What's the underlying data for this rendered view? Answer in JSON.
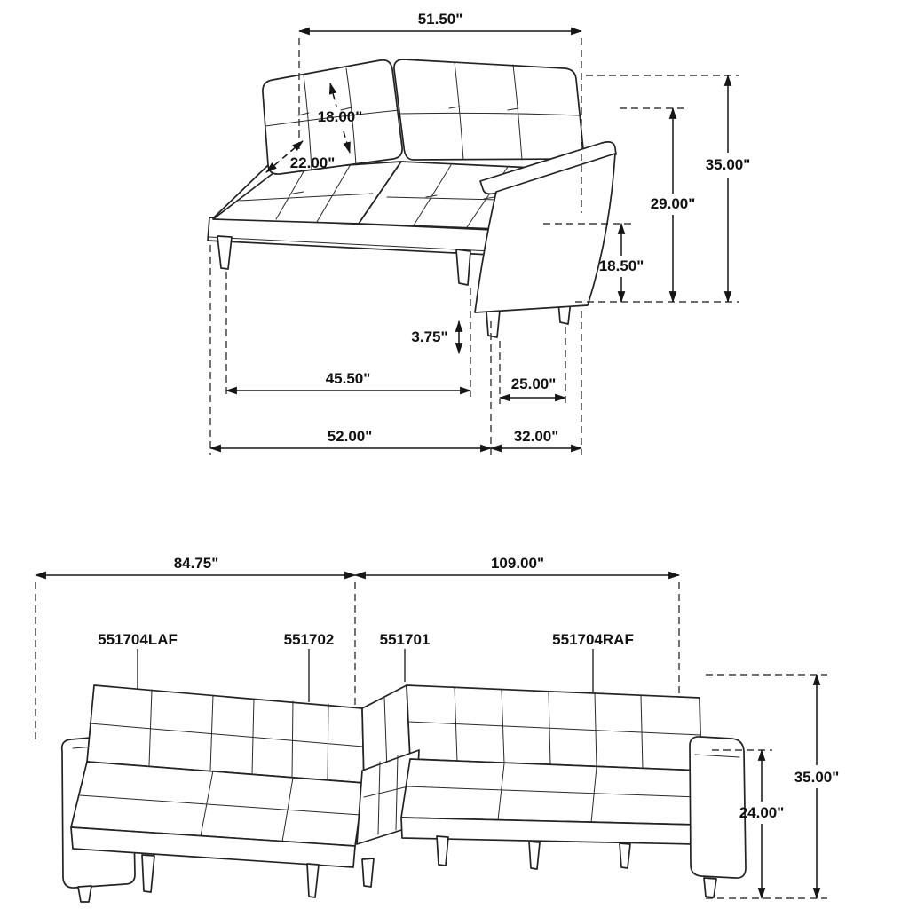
{
  "page": {
    "background": "#ffffff"
  },
  "colors": {
    "line": "#232323",
    "dimension": "#161616",
    "text": "#111111"
  },
  "loveseat": {
    "description": "loveseat dimension drawing",
    "dims": {
      "back_width": "51.50\"",
      "back_cushion": "18.00\"",
      "seat_depth": "22.00\"",
      "overall_height": "35.00\"",
      "arm_height": "29.00\"",
      "seat_height": "18.50\"",
      "leg_height": "3.75\"",
      "seat_width": "45.50\"",
      "arm_depth": "25.00\"",
      "overall_width": "52.00\"",
      "overall_depth": "32.00\""
    }
  },
  "sectional": {
    "description": "sectional dimension drawing",
    "dims": {
      "left_width": "84.75\"",
      "right_width": "109.00\"",
      "overall_height": "35.00\"",
      "arm_height": "24.00\""
    },
    "parts": {
      "laf": "551704LAF",
      "corner_wedge": "551702",
      "armless_chair": "551701",
      "raf": "551704RAF"
    }
  }
}
